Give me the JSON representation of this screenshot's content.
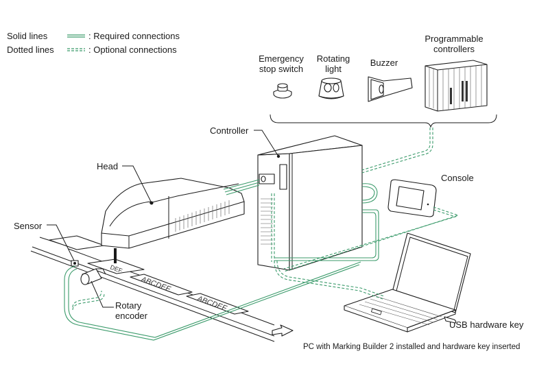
{
  "legend": {
    "solid": {
      "name": "Solid lines",
      "meaning": ": Required connections"
    },
    "dotted": {
      "name": "Dotted lines",
      "meaning": ": Optional connections"
    }
  },
  "colors": {
    "cable": "#3a9a6a",
    "outline": "#1a1a1a",
    "text": "#1a1a1a"
  },
  "labels": {
    "emergency_stop": [
      "Emergency",
      "stop switch"
    ],
    "rotating_light": [
      "Rotating",
      "light"
    ],
    "buzzer": "Buzzer",
    "plc": [
      "Programmable",
      "controllers"
    ],
    "controller": "Controller",
    "head": "Head",
    "console": "Console",
    "sensor": "Sensor",
    "rotary_encoder": [
      "Rotary",
      "encoder"
    ],
    "usb_key": "USB hardware key",
    "pc_caption": "PC with Marking Builder 2 installed and hardware key inserted"
  },
  "workpieces": [
    "ABCDEF",
    "ABCDEF",
    "DEF"
  ]
}
